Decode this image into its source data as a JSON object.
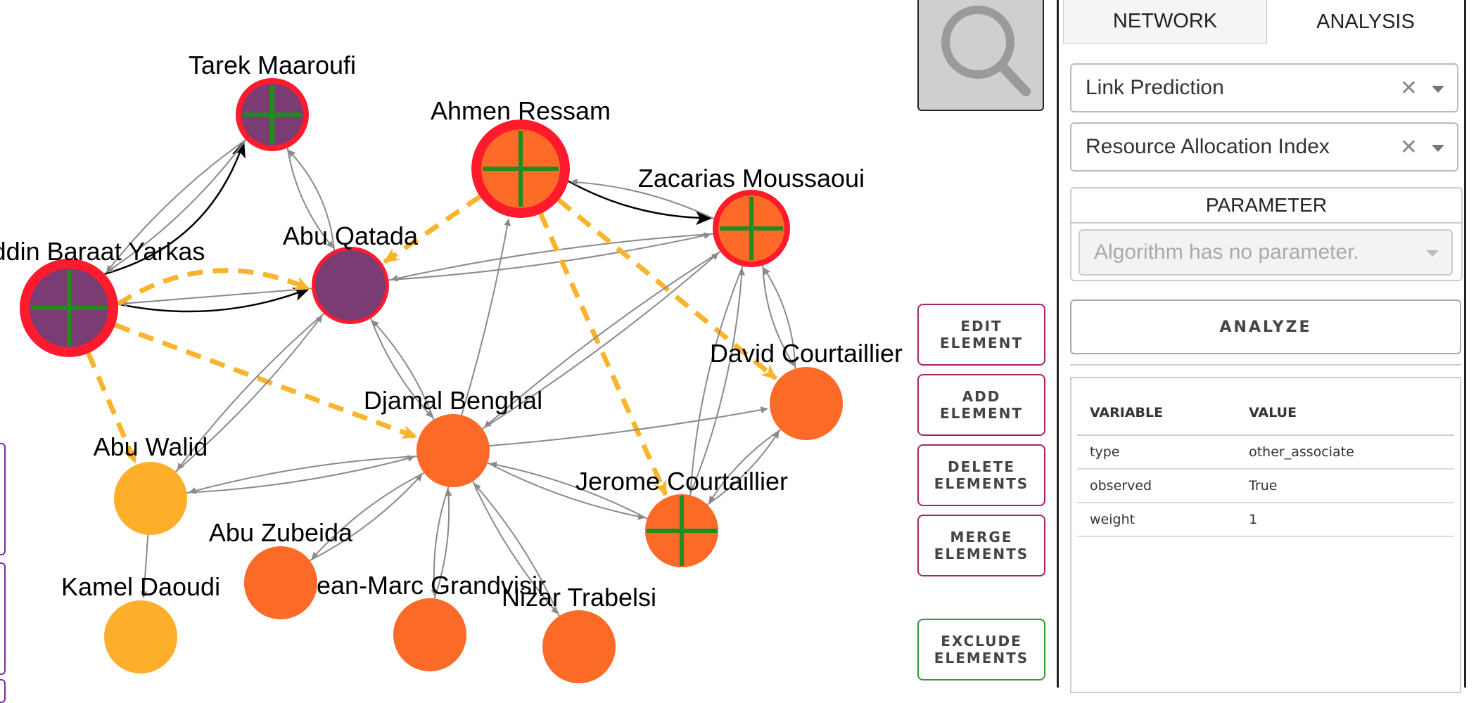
{
  "graph": {
    "nodes": [
      {
        "id": "tarek",
        "label": "Tarek Maaroufi",
        "style": "purple-marked"
      },
      {
        "id": "ahmen",
        "label": "Ahmen Ressam",
        "style": "orange-marked-large"
      },
      {
        "id": "zacarias",
        "label": "Zacarias Moussaoui",
        "style": "orange-marked"
      },
      {
        "id": "imad",
        "label": "ddin Baraat Yarkas",
        "style": "purple-marked-large"
      },
      {
        "id": "qatada",
        "label": "Abu Qatada",
        "style": "purple-ring"
      },
      {
        "id": "david",
        "label": "David Courtaillier",
        "style": "orange"
      },
      {
        "id": "djamal",
        "label": "Djamal Benghal",
        "style": "orange"
      },
      {
        "id": "walid",
        "label": "Abu Walid",
        "style": "yellow"
      },
      {
        "id": "jerome",
        "label": "Jerome Courtaillier",
        "style": "orange-cross"
      },
      {
        "id": "zubeida",
        "label": "Abu Zubeida",
        "style": "orange"
      },
      {
        "id": "kamel",
        "label": "Kamel Daoudi",
        "style": "yellow"
      },
      {
        "id": "jeanmarc",
        "label": "ean-Marc Grandvisir",
        "style": "orange"
      },
      {
        "id": "nizar",
        "label": "Nizar Trabelsi",
        "style": "orange"
      }
    ],
    "colors": {
      "orange": "#fc6a28",
      "purple": "#7a3c73",
      "yellow": "#fdaf2c",
      "ring": "#ff1a2c",
      "cross": "#1e8c1e",
      "predicted_edge": "#f9b42d",
      "edge": "#8a8a8a",
      "highlight_edge": "#000000"
    }
  },
  "search": {
    "icon": "search-icon"
  },
  "toolbar": {
    "edit": [
      "EDIT",
      "ELEMENT"
    ],
    "add": [
      "ADD",
      "ELEMENT"
    ],
    "delete": [
      "DELETE",
      "ELEMENTS"
    ],
    "merge": [
      "MERGE",
      "ELEMENTS"
    ],
    "exclude": [
      "EXCLUDE",
      "ELEMENTS"
    ]
  },
  "panel": {
    "tabs": {
      "network": "NETWORK",
      "analysis": "ANALYSIS"
    },
    "analysis_type": "Link Prediction",
    "algorithm": "Resource Allocation Index",
    "clear_glyph": "✕",
    "parameter_title": "PARAMETER",
    "parameter_placeholder": "Algorithm has no parameter.",
    "analyze_label": "ANALYZE",
    "table": {
      "headers": [
        "VARIABLE",
        "VALUE"
      ],
      "rows": [
        [
          "type",
          "other_associate"
        ],
        [
          "observed",
          "True"
        ],
        [
          "weight",
          "1"
        ]
      ]
    }
  }
}
